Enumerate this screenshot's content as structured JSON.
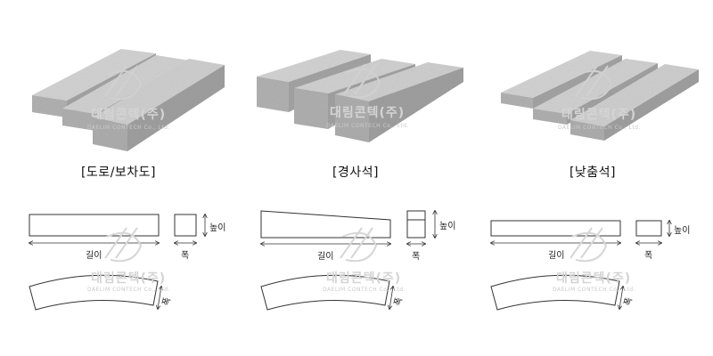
{
  "watermark": {
    "name_kr": "대림콘텍(주)",
    "name_en": "DAELIM CONTECH Co., Ltd."
  },
  "products": [
    {
      "title": "[도로/보차도]",
      "length": "길이",
      "width": "폭",
      "height": "높이"
    },
    {
      "title": "[경사석]",
      "length": "길이",
      "width": "폭",
      "height": "높이"
    },
    {
      "title": "[낮춤석]",
      "length": "길이",
      "width": "폭",
      "height": "높이"
    }
  ],
  "colors": {
    "stone": "#b9b9b9",
    "stone_top": "#d3d3d3",
    "stone_side": "#9a9a9a",
    "line": "#333333"
  }
}
